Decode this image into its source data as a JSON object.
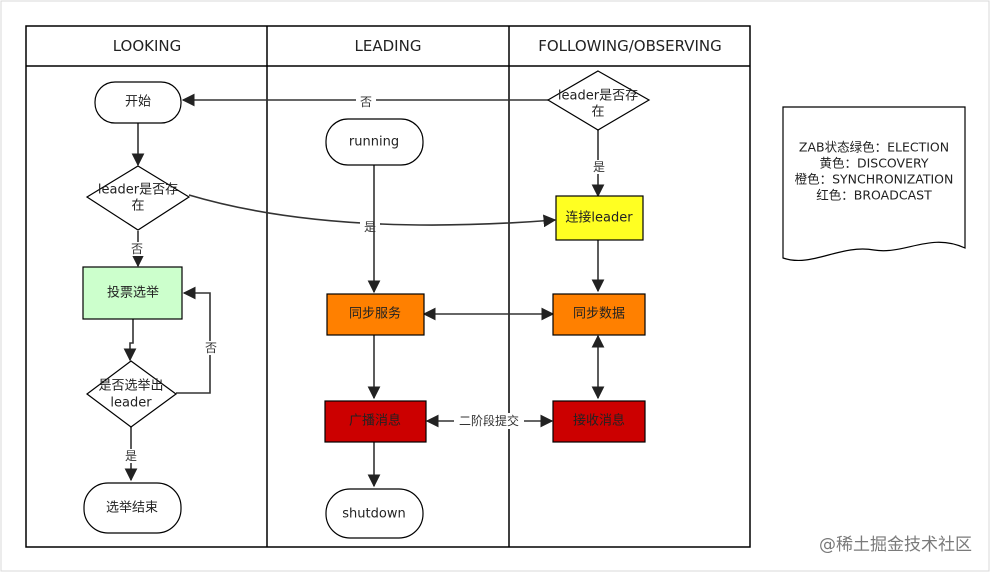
{
  "lanes": {
    "looking": "LOOKING",
    "leading": "LEADING",
    "following": "FOLLOWING/OBSERVING"
  },
  "nodes": {
    "start": "开始",
    "leader_exists_1_line1": "leader是否存",
    "leader_exists_1_line2": "在",
    "vote": "投票选举",
    "elected_line1": "是否选举出",
    "elected_line2": "leader",
    "election_end": "选举结束",
    "running": "running",
    "sync_service": "同步服务",
    "broadcast": "广播消息",
    "shutdown": "shutdown",
    "leader_exists_2_line1": "leader是否存",
    "leader_exists_2_line2": "在",
    "connect_leader": "连接leader",
    "sync_data": "同步数据",
    "receive_msg": "接收消息"
  },
  "edge_labels": {
    "no_to_start": "否",
    "yes_to_connect": "是",
    "no_to_vote": "否",
    "no_retry": "否",
    "yes_end": "是",
    "yes_connect": "是",
    "two_phase_commit": "二阶段提交"
  },
  "note": {
    "line1": "ZAB状态绿色：ELECTION",
    "line2": "黄色：DISCOVERY",
    "line3": "橙色：SYNCHRONIZATION",
    "line4": "红色：BROADCAST"
  },
  "watermark": "@稀土掘金技术社区",
  "colors": {
    "election_green": "#ccffcc",
    "discovery_yellow": "#ffff22",
    "sync_orange": "#ff8000",
    "broadcast_red": "#cc0000",
    "line": "#333333"
  }
}
